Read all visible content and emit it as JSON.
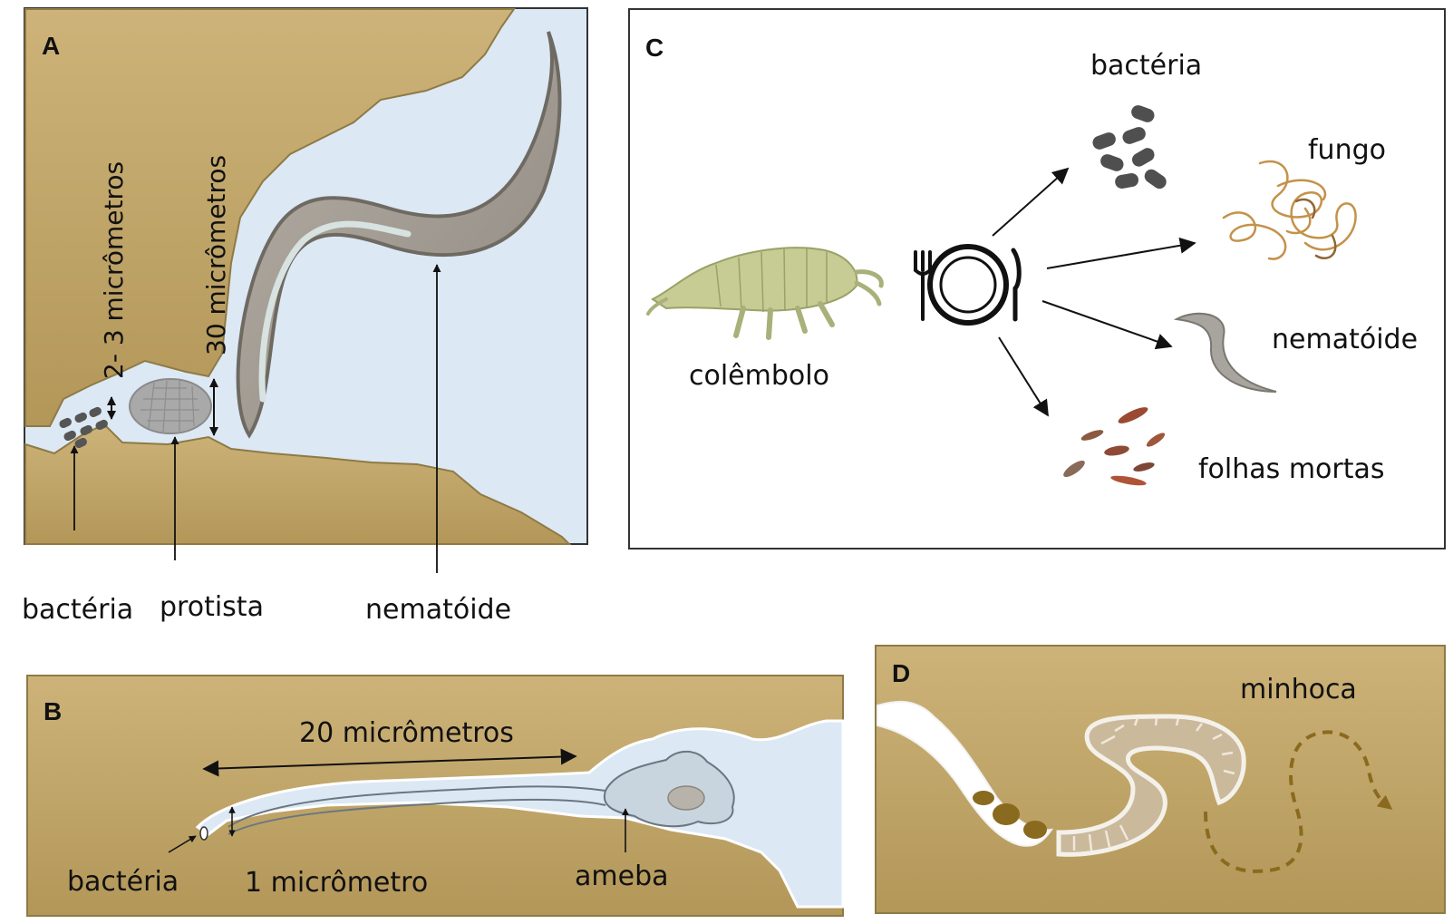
{
  "panels": {
    "a": {
      "letter": "A",
      "size_small": "2- 3 micrômetros",
      "size_large": "30 micrômetros",
      "labels": {
        "bacteria": "bactéria",
        "protist": "protista",
        "nematode": "nematóide"
      }
    },
    "b": {
      "letter": "B",
      "length": "20 micrômetros",
      "width": "1 micrômetro",
      "labels": {
        "bacteria": "bactéria",
        "amoeba": "ameba"
      }
    },
    "c": {
      "letter": "C",
      "labels": {
        "springtail": "colêmbolo",
        "bacteria": "bactéria",
        "fungus": "fungo",
        "nematode": "nematóide",
        "dead_leaves": "folhas mortas"
      }
    },
    "d": {
      "letter": "D",
      "labels": {
        "earthworm": "minhoca"
      }
    }
  },
  "colors": {
    "soil": "#c2a66b",
    "water": "#dce8f4",
    "nematode": "#9e9890",
    "bacteria": "#555555",
    "worm": "#cbb99c",
    "trail": "#8a6a1e"
  },
  "icons": [
    "fork-icon",
    "plate-icon",
    "knife-icon"
  ]
}
